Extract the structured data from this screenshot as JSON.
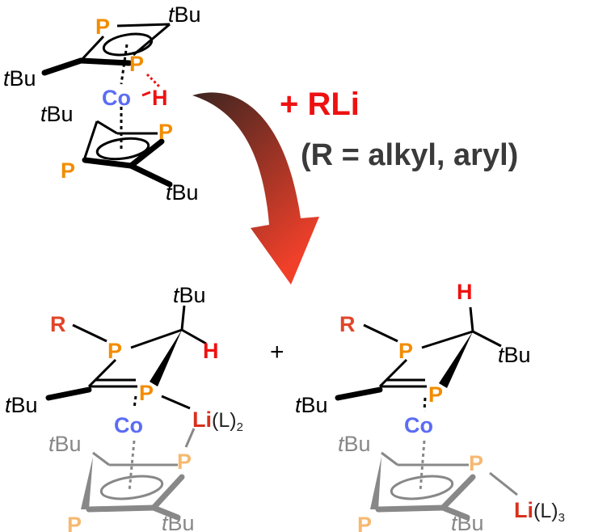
{
  "atoms": {
    "P": "P",
    "Co": "Co",
    "H": "H",
    "R": "R",
    "Li": "Li"
  },
  "tBu": {
    "prefix": "t",
    "suffix": "Bu"
  },
  "ligand": {
    "L": "(L)",
    "sub2": "2",
    "sub3": "3"
  },
  "reagent": {
    "label": "+ RLi",
    "condition": "(R = alkyl, aryl)"
  },
  "plus": "+",
  "colors": {
    "phosphorus": "#f28c00",
    "cobalt": "#5b6cf5",
    "hydrogen": "#ee1111",
    "lithium": "#d9301c",
    "arrow_start": "#4a2a22",
    "arrow_end": "#f0402a"
  }
}
